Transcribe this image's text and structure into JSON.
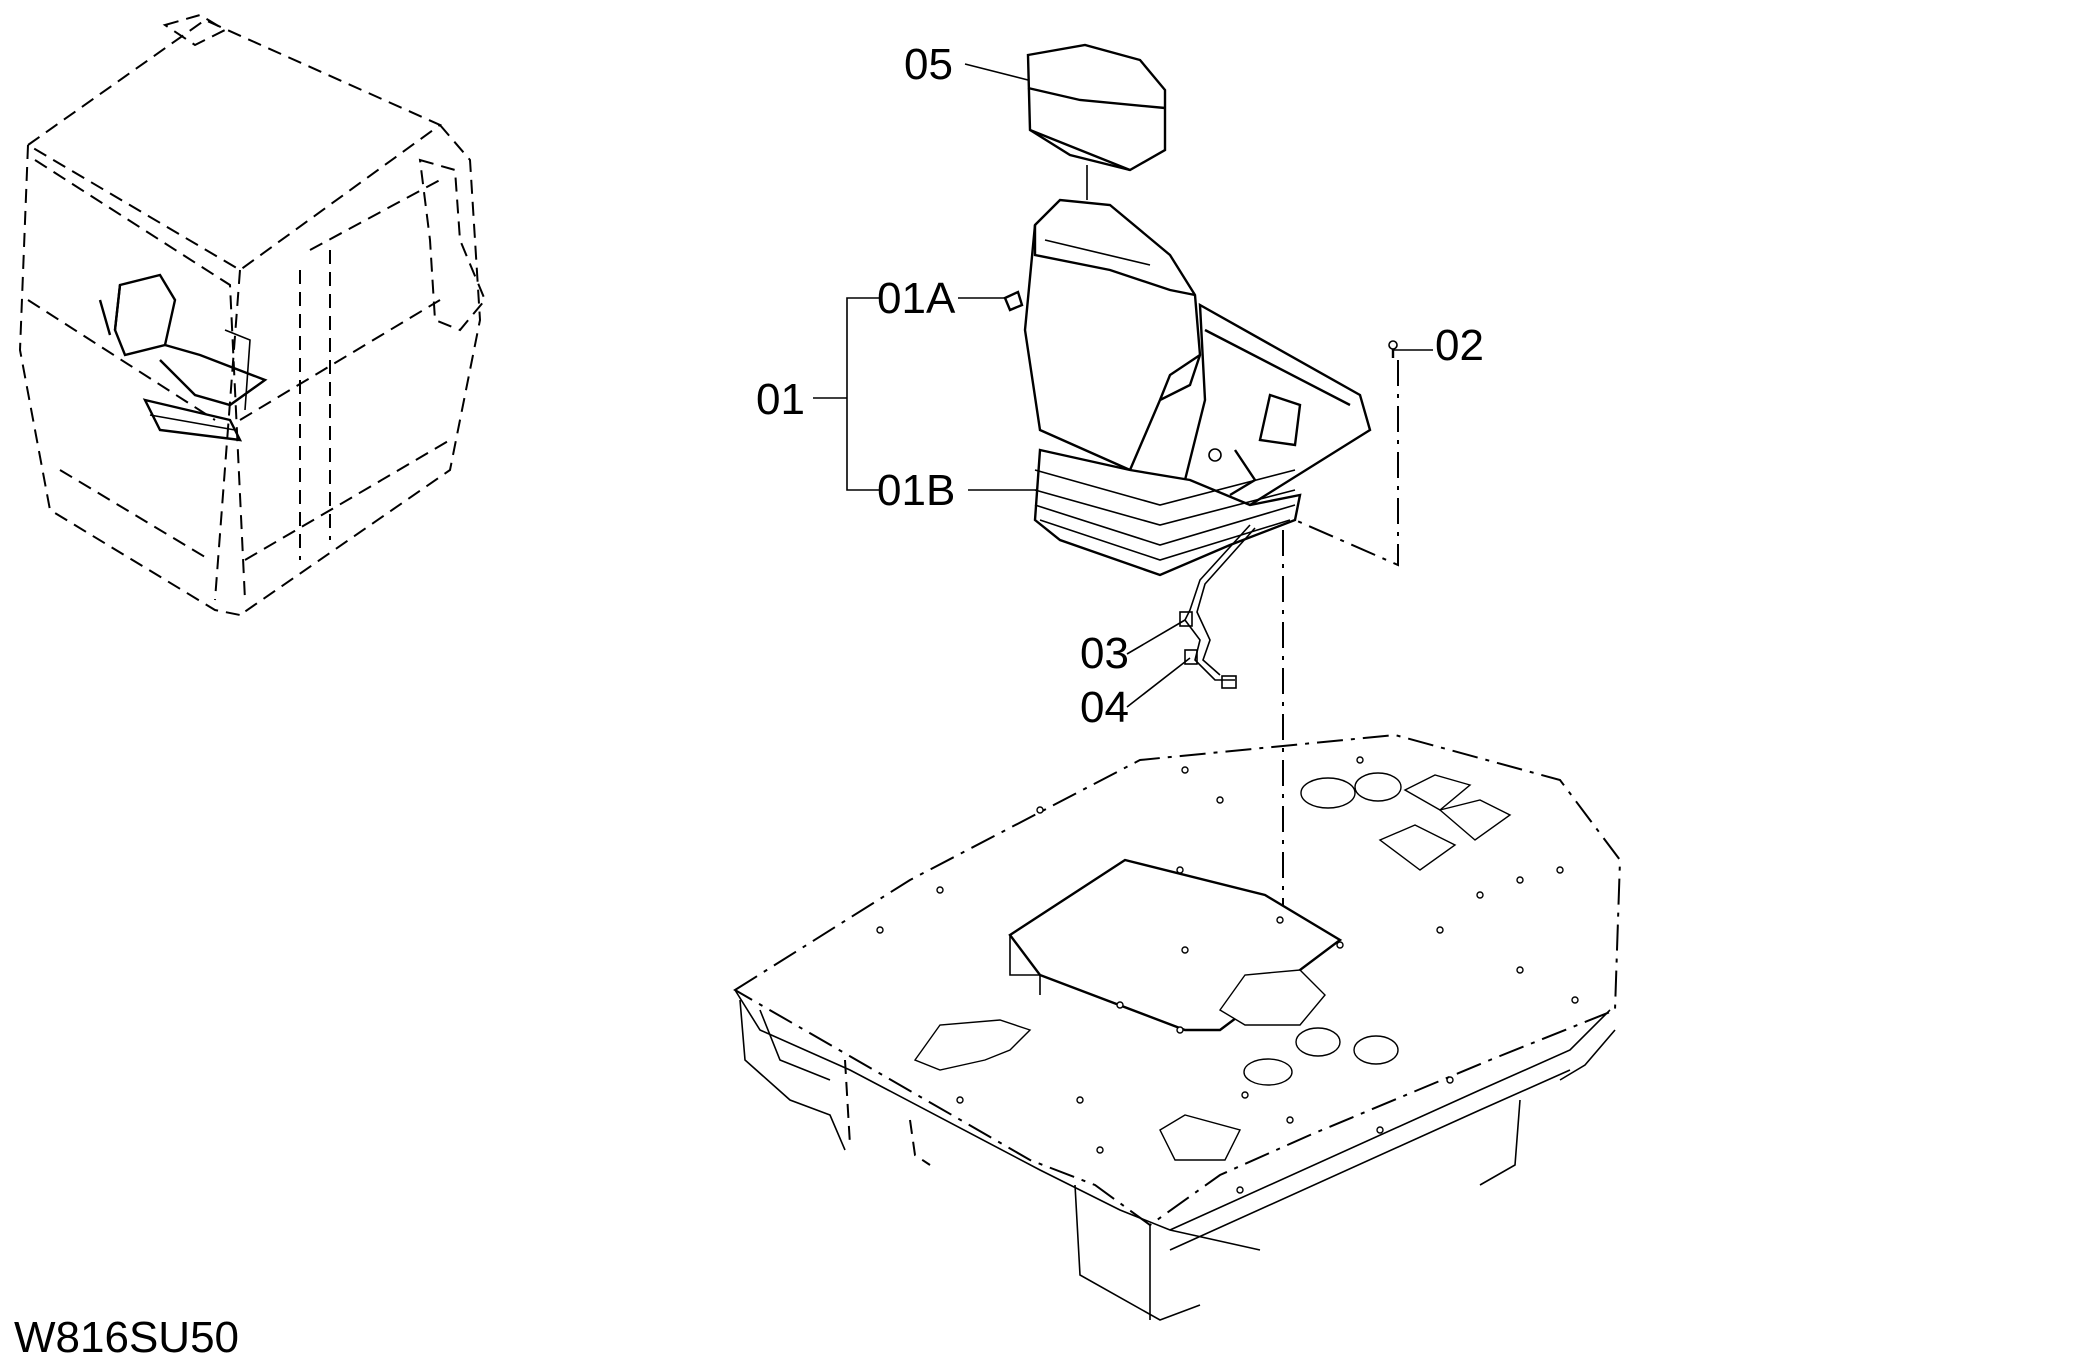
{
  "drawing_code": "W816SU50",
  "callouts": {
    "c05": "05",
    "c01A": "01A",
    "c01": "01",
    "c01B": "01B",
    "c02": "02",
    "c03": "03",
    "c04": "04"
  }
}
